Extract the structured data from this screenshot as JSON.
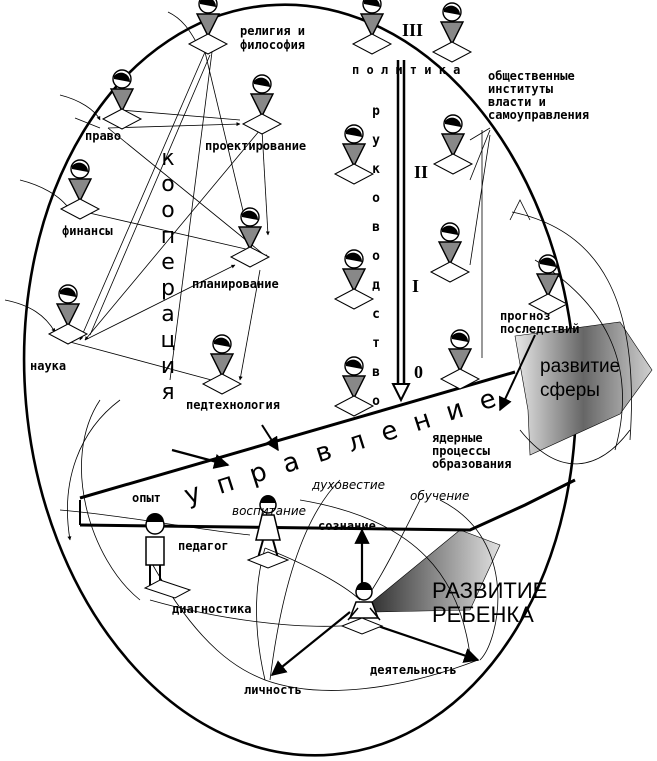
{
  "nodes": {
    "religion": "религия и\nфилософия",
    "law": "право",
    "design": "проектирование",
    "finance": "финансы",
    "planning": "планирование",
    "science": "наука",
    "pedtech": "педтехнология",
    "public_institutions": "общественные\nинституты\nвласти и\nсамоуправления",
    "forecast": "прогноз\nпоследствий",
    "nuclear": "ядерные\nпроцессы\nобразования",
    "experience": "опыт",
    "teacher": "педагог",
    "upbringing": "воспитание",
    "spirituality": "духовестие",
    "learning": "обучение",
    "consciousness": "сознание",
    "diagnostics": "диагностика",
    "personality": "личность",
    "activity": "деятельность"
  },
  "vertical_labels": {
    "cooperation": "кооперация",
    "leadership": "руководство"
  },
  "politics": "п о л и т и к а",
  "management": "у п р а в л е н и е",
  "levels": {
    "III": "III",
    "II": "II",
    "I": "I",
    "zero": "0"
  },
  "sphere": "развитие\nсферы",
  "child": "РАЗВИТИЕ\nРЕБЕНКА"
}
